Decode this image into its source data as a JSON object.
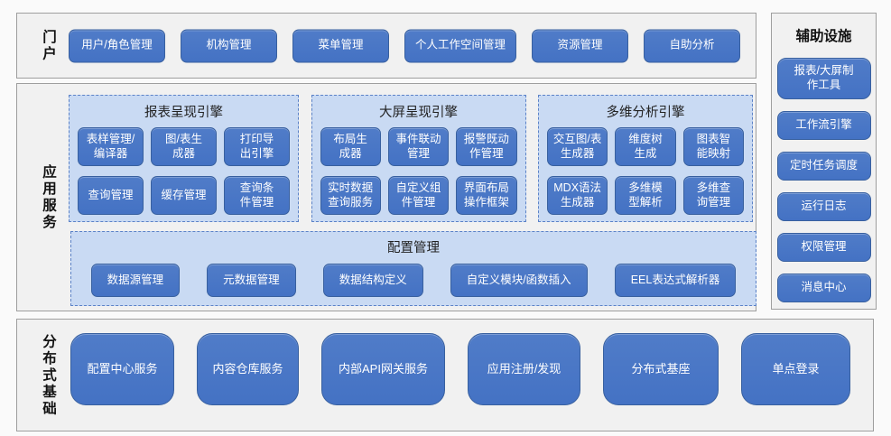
{
  "portal": {
    "label": "门户",
    "items": [
      "用户/角色管理",
      "机构管理",
      "菜单管理",
      "个人工作空间管理",
      "资源管理",
      "自助分析"
    ]
  },
  "app_services": {
    "label": "应用服务",
    "engines": [
      {
        "title": "报表呈现引擎",
        "rows": [
          [
            "表样管理/\n编译器",
            "图/表生\n成器",
            "打印导\n出引擎"
          ],
          [
            "查询管理",
            "缓存管理",
            "查询条\n件管理"
          ]
        ]
      },
      {
        "title": "大屏呈现引擎",
        "rows": [
          [
            "布局生\n成器",
            "事件联动\n管理",
            "报警既动\n作管理"
          ],
          [
            "实时数据\n查询服务",
            "自定义组\n件管理",
            "界面布局\n操作框架"
          ]
        ]
      },
      {
        "title": "多维分析引擎",
        "rows": [
          [
            "交互图/表\n生成器",
            "维度树\n生成",
            "图表智\n能映射"
          ],
          [
            "MDX语法\n生成器",
            "多维模\n型解析",
            "多维查\n询管理"
          ]
        ]
      }
    ],
    "config": {
      "title": "配置管理",
      "items": [
        "数据源管理",
        "元数据管理",
        "数据结构定义",
        "自定义模块/函数插入",
        "EEL表达式解析器"
      ]
    }
  },
  "foundation": {
    "label": "分布式基础",
    "items": [
      "配置中心服务",
      "内容仓库服务",
      "内部API网关服务",
      "应用注册/发现",
      "分布式基座",
      "单点登录"
    ]
  },
  "auxiliary": {
    "title": "辅助设施",
    "items": [
      "报表/大屏制\n作工具",
      "工作流引擎",
      "定时任务调度",
      "运行日志",
      "权限管理",
      "消息中心"
    ]
  },
  "colors": {
    "button_blue": "#4472c4",
    "button_border": "#38609f",
    "panel_light_blue": "#c9daf3",
    "panel_dashed_border": "#5b82c7",
    "section_gray": "#f1f1f1",
    "section_border": "#9e9e9e",
    "page_background": "#fafafa",
    "button_text": "#ffffff"
  }
}
